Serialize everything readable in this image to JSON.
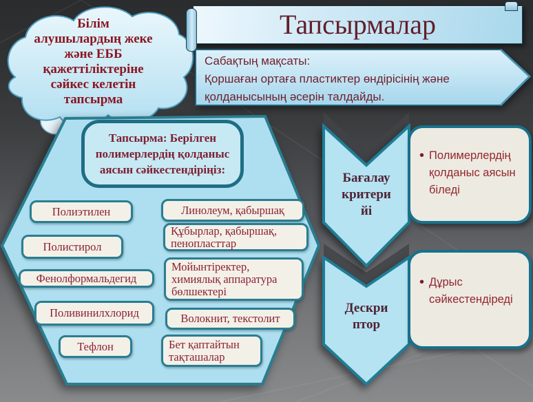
{
  "slide": {
    "title": "Тапсырмалар",
    "cloud_note": "Білім\nалушылардың жеке\nжәне ЕББ\nқажеттіліктеріне\nсәйкес келетін\nтапсырма",
    "goal": {
      "heading": "Сабақтың мақсаты:",
      "body": "Қоршаған ортаға пластиктер өндірісінің және\nқолданысының әсерін талдайды."
    },
    "task": {
      "prompt": "Тапсырма: Берілген\nполимерлердің қолданыс\nаясын сәйкестендіріңіз:",
      "polymers": [
        "Полиэтилен",
        "Полистирол",
        "Фенолформальдегид",
        "Поливинилхлорид",
        "Тефлон"
      ],
      "applications": [
        "Линолеум, қабыршақ",
        "Құбырлар, қабыршақ, пенопласттар",
        "Мойынтіректер, химиялық аппаратура бөлшектері",
        "Волокнит, текстолит",
        "Бет қаптайтын тақташалар"
      ]
    },
    "criteria": {
      "label": "Бағалау\nкритери\nйі",
      "bullet": "•",
      "point": "Полимерлердің қолданыс аясын біледі"
    },
    "descriptor": {
      "label": "Дескри\nптор",
      "bullet": "•",
      "point": "Дұрыс сәйкестендіреді"
    },
    "colors": {
      "accent_teal": "#2a7d90",
      "shape_blue": "#b2e0f1",
      "text_maroon": "#7c1f2e",
      "card_cream": "#edeae1",
      "bg_dark": "#2c2e30",
      "bg_light": "#888a8c"
    }
  }
}
